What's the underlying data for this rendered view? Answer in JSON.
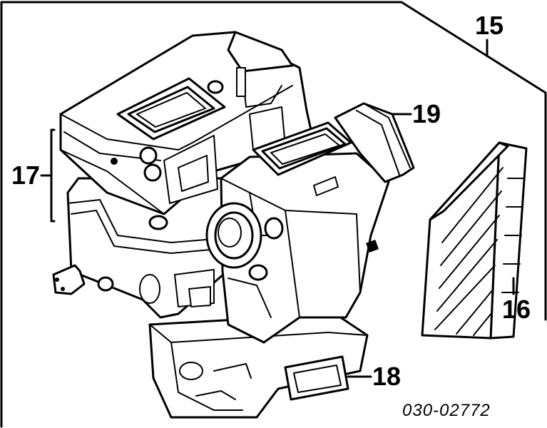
{
  "callouts": {
    "part_15": "15",
    "part_16": "16",
    "part_17": "17",
    "part_18": "18",
    "part_19": "19"
  },
  "reference_code": "030-02772"
}
